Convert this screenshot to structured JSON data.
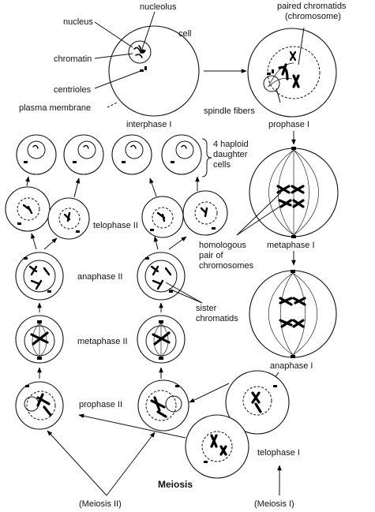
{
  "title": "Meiosis",
  "labels": {
    "nucleolus": "nucleolus",
    "nucleus": "nucleus",
    "cell": "cell",
    "chromatin": "chromatin",
    "centrioles": "centrioles",
    "plasma_membrane": "plasma membrane",
    "interphase": "interphase I",
    "paired_chromatids": "paired chromatids",
    "chromosome": "(chromosome)",
    "spindle_fibers": "spindle fibers",
    "prophase1": "prophase I",
    "haploid_line1": "4 haploid",
    "haploid_line2": "daughter",
    "haploid_line3": "cells",
    "telophase2": "telophase II",
    "homologous_line1": "homologous",
    "homologous_line2": "pair of",
    "homologous_line3": "chromosomes",
    "metaphase1": "metaphase I",
    "anaphase2": "anaphase II",
    "sister_line1": "sister",
    "sister_line2": "chromatids",
    "metaphase2": "metaphase II",
    "anaphase1": "anaphase I",
    "prophase2": "prophase II",
    "telophase1": "telophase I",
    "meiosis2": "(Meiosis II)",
    "meiosis1": "(Meiosis I)"
  }
}
